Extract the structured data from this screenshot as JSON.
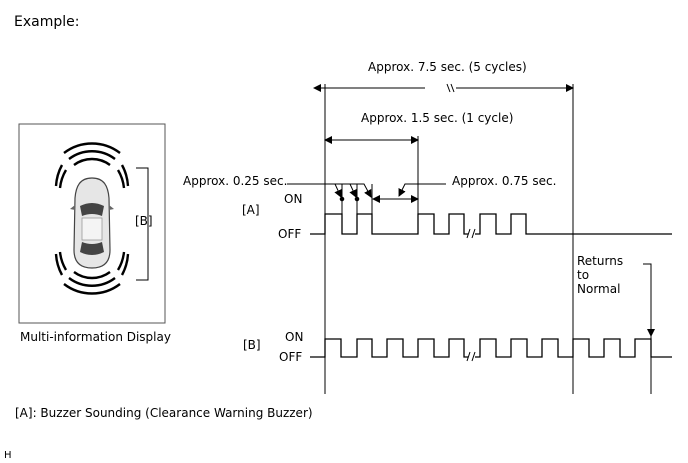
{
  "title": "Example:",
  "display_caption": "Multi-information Display",
  "display_bracket_label": "[B]",
  "annotations": {
    "total_duration": "Approx. 7.5 sec. (5 cycles)",
    "cycle_duration": "Approx. 1.5 sec. (1 cycle)",
    "on_duration": "Approx. 0.25 sec.",
    "off_duration": "Approx. 0.75 sec.",
    "returns_line1": "Returns",
    "returns_line2": "to",
    "returns_line3": "Normal"
  },
  "signals": {
    "a": {
      "label": "[A]",
      "on": "ON",
      "off": "OFF"
    },
    "b": {
      "label": "[B]",
      "on": "ON",
      "off": "OFF"
    }
  },
  "footnote": "[A]: Buzzer Sounding (Clearance Warning Buzzer)",
  "corner_mark": "H"
}
